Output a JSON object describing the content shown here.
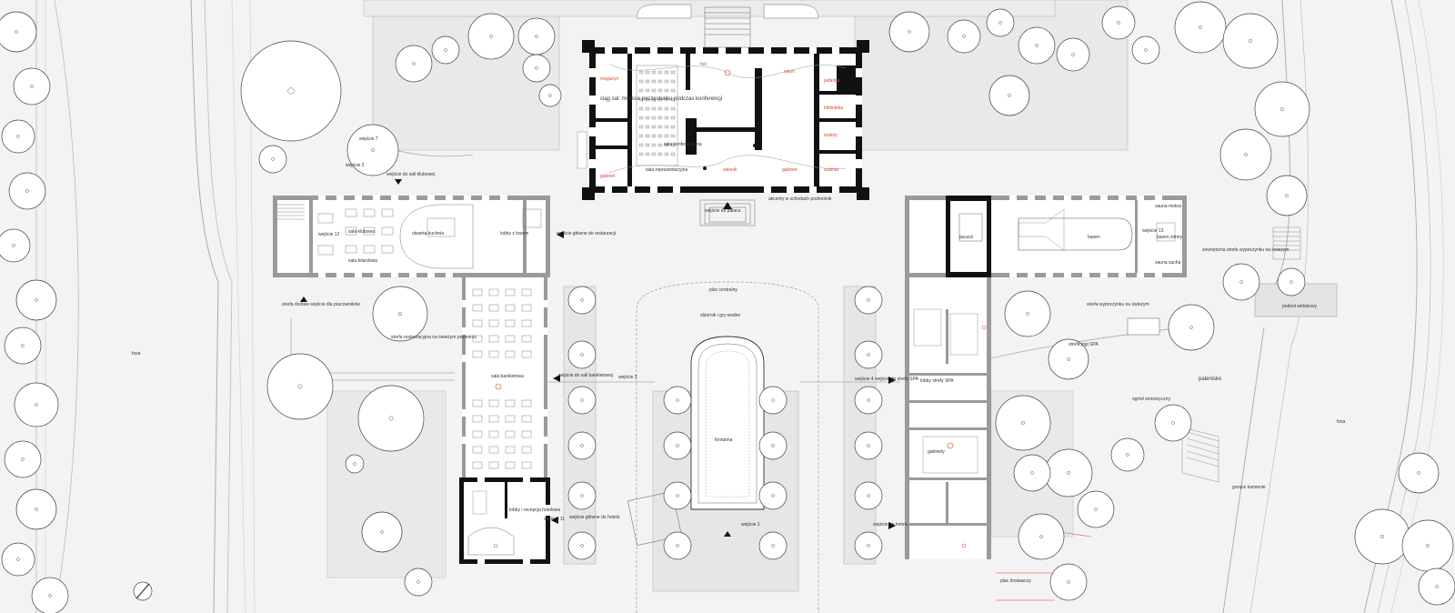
{
  "labels": {
    "ciag_sal": "ciąg sal: miejsce poczęstunku podczas konferencji",
    "wejscie_do_sali_klubowej": "wejście do sali klubowej",
    "wejscie_2": "wejście 2",
    "sala_klubowa": "sala klubowa",
    "wejscie_12": "wejście 12",
    "sala_bilardowa": "sala bilardowa",
    "otwarta_kuchnia": "otwarta kuchnia",
    "lobby_z_barem": "lobby z barem",
    "wejscie_glowne_restauracja": "wejście główne do restauracji",
    "strefa_dostaw": "strefa dostaw wejście dla pracowników",
    "strefa_restauracyjna": "strefa restauracyjna na świeżym powietrzu",
    "sala_bankietowa": "sala bankietowa",
    "wejscie_sala_bankietowa": "wejście do sali bankietowej",
    "wejscie_3": "wejście 3",
    "lobby_hotel": "lobby i recepcja hotelowa",
    "wejscie_11": "wejście 11",
    "wejscie_glowne_hotel": "wejście główne do hotelu",
    "plac_centralny": "plac centralny",
    "zbiorniki": "zbiornik i gry wodne",
    "fontanna": "fontanna",
    "wejscie_1": "wejście 1",
    "wejscie_do_palacu": "wejście do pałacu",
    "akcenty": "akcenty w schodach podnośnik",
    "basen": "basen",
    "wejscie_13": "wejście 13",
    "basen_zewn": "basen zimny",
    "sauna_mokra": "sauna mokra",
    "sauna_sucha": "sauna sucha",
    "jacuzzi": "jacuzzi",
    "strefa_wypoczynku_zewn": "zewnętrzna strefa wypoczynku na świeżym",
    "strefa_wypoczynku": "strefa wypoczynku na świeżym",
    "podest": "podest widokowy",
    "strefa_spa": "strefa jogi SPA",
    "lobby_spa": "lobby strefy SPA",
    "wejscie_4": "wejście 4 wejście do strefy SPA",
    "wejscie_hotel_right": "wejście do hotelu",
    "palenisko": "palenisko",
    "ogrod": "ogród sensoryczny",
    "gabinety": "gabinety",
    "gorace": "gorące kamienie",
    "plac_dostawczy": "plac dostawczy",
    "wejscie_7": "wejście 7",
    "trasa_left": "fosa",
    "trasa_right": "fosa",
    "sala_konferencyjna": "sala konferencyjna",
    "sala_reprezentacyjna": "sala reprezentacyjna",
    "hol": "hol",
    "salon": "salon",
    "salonik": "salonik",
    "gabinet": "gabinet",
    "gabinet2": "gabinet",
    "magazyn": "magazyn",
    "jadalnia": "jadalnia",
    "biblioteka": "biblioteka",
    "toalety": "toalety",
    "szatnia": "szatnia"
  },
  "colors": {
    "background": "#f3f3f3",
    "wall": "#111111",
    "accent_red": "#d84a2a",
    "tree_fill": "#ffffff"
  }
}
